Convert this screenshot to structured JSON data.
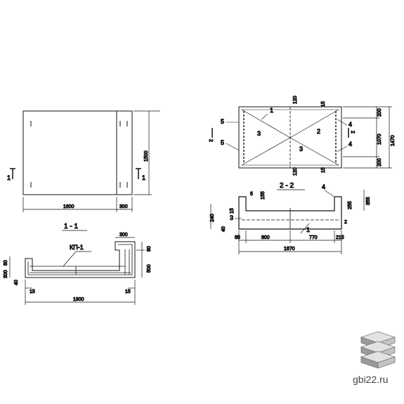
{
  "watermark": "gbi22.ru",
  "plan_left": {
    "dims": {
      "width_main": "1600",
      "width_side": "300",
      "height": "1500"
    },
    "section_mark": "1"
  },
  "section_1_1": {
    "title": "1 - 1",
    "part_label": "КП-1",
    "dims": {
      "total": "1900",
      "top_right": "300",
      "left_15": "15",
      "right_15": "15",
      "height": "500",
      "top_right_small": "80",
      "left_80": "80",
      "left_300": "300",
      "left_40": "40"
    }
  },
  "plan_right": {
    "callouts": {
      "c1": "1",
      "c2": "2",
      "c3a": "3",
      "c3b": "3",
      "c4a": "4",
      "c4b": "4",
      "c5a": "5",
      "c5b": "5"
    },
    "dims": {
      "top_120": "120",
      "top_15": "15",
      "bot_120": "120",
      "bot_15": "15",
      "right_200": "200",
      "right_1070": "1070",
      "right_200b": "200",
      "right_1470": "1470"
    },
    "section_mark": "2"
  },
  "section_2_2": {
    "title": "2 - 2",
    "callouts": {
      "c4": "4",
      "c5": "5",
      "c3": "3",
      "c1": "1",
      "c2": "2"
    },
    "dims": {
      "d155": "155",
      "d15": "15",
      "d240": "240",
      "d40": "40",
      "d85": "85",
      "d800": "800",
      "d770": "770",
      "d215": "215",
      "d1870": "1870",
      "d355": "355",
      "d255": "255"
    }
  }
}
